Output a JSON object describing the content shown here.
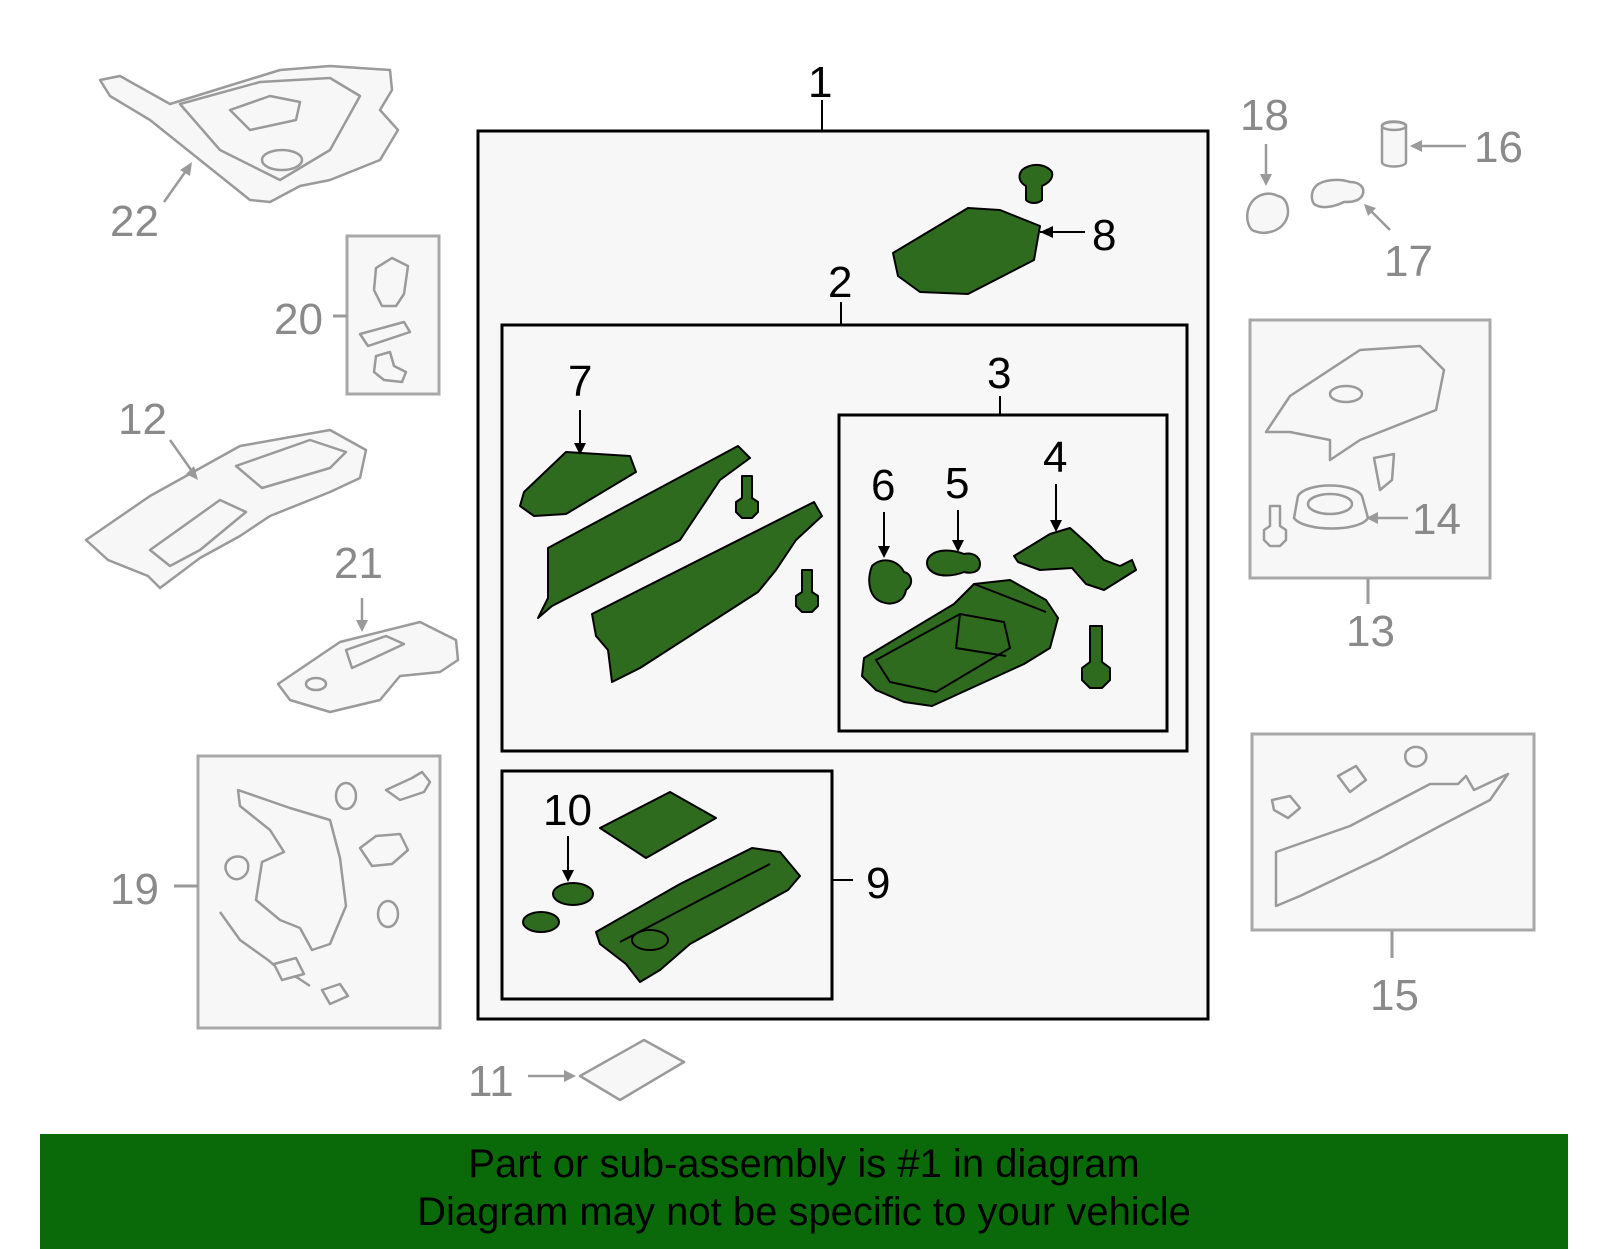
{
  "labels": {
    "l1": "1",
    "l2": "2",
    "l3": "3",
    "l4": "4",
    "l5": "5",
    "l6": "6",
    "l7": "7",
    "l8": "8",
    "l9": "9",
    "l10": "10",
    "l11": "11",
    "l12": "12",
    "l13": "13",
    "l14": "14",
    "l15": "15",
    "l16": "16",
    "l17": "17",
    "l18": "18",
    "l19": "19",
    "l20": "20",
    "l21": "21",
    "l22": "22"
  },
  "colors": {
    "highlight_part": "#2f6b1e",
    "footer_background": "#0a6a0a",
    "other_parts": "#9a9a9a"
  },
  "footer": {
    "line1": "Part or sub-assembly is #1 in diagram",
    "line2": "Diagram may not be specific to your vehicle"
  }
}
